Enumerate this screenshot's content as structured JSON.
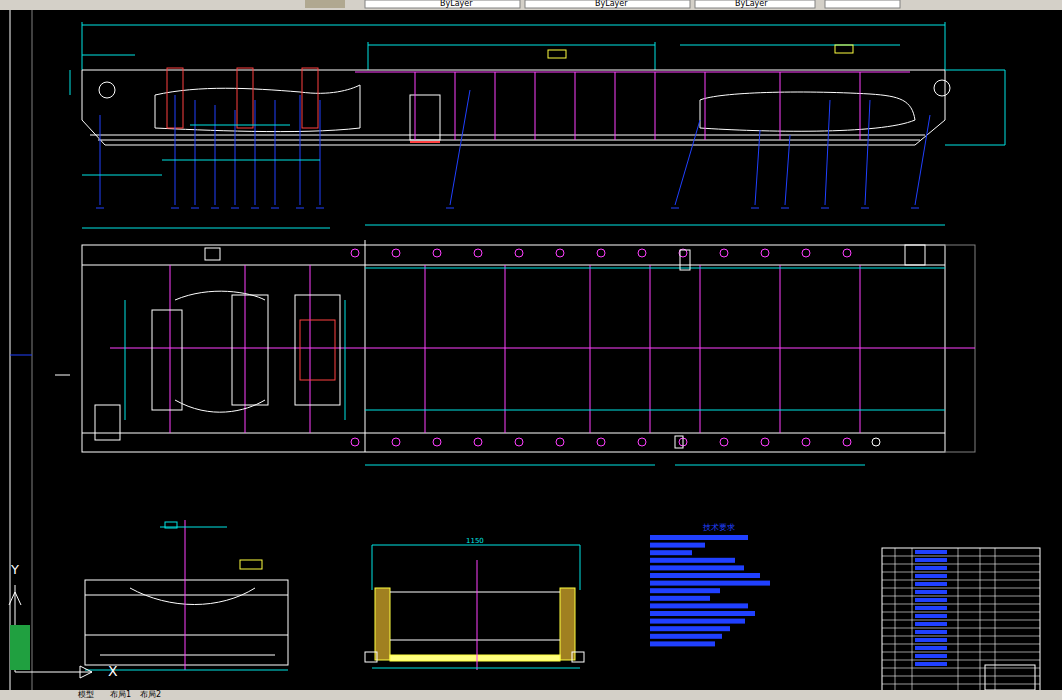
{
  "diagram": {
    "labels": [
      "ByLayer",
      "ByLayer",
      "ByLayer",
      "技术要求",
      "1150",
      "Y",
      "X",
      "模型",
      "布局1",
      "布局2"
    ]
  }
}
